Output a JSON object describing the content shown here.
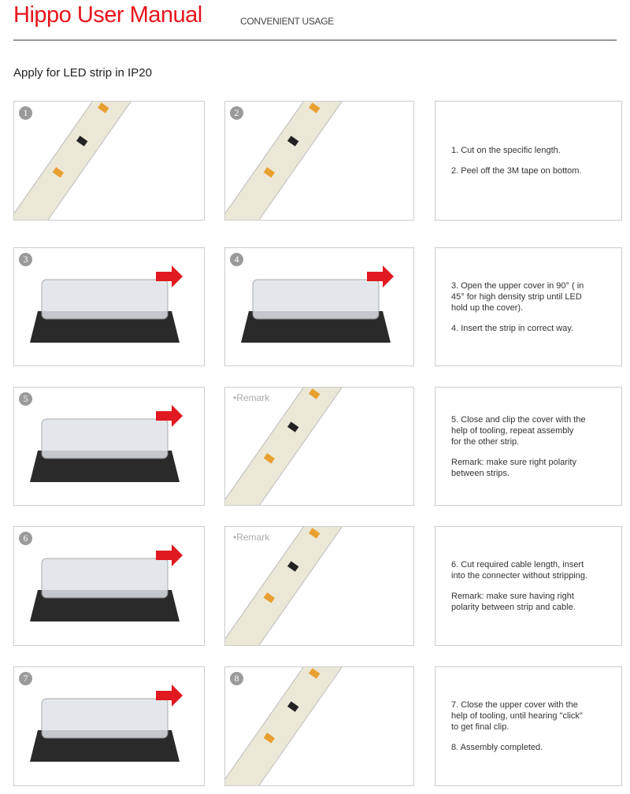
{
  "header": {
    "title": "Hippo User Manual",
    "subtitle": "CONVENIENT USAGE"
  },
  "section_title": "Apply for LED strip in IP20",
  "steps": [
    {
      "badges": [
        "1",
        "2"
      ],
      "remark": "",
      "text": [
        "1. Cut on the specific length.",
        "2. Peel off the 3M tape on bottom."
      ]
    },
    {
      "badges": [
        "3",
        "4"
      ],
      "remark": "",
      "text": [
        "3. Open the upper cover in 90° ( in\n    45° for high density strip until LED\n    hold up the cover).",
        "4. Insert the strip in correct way."
      ]
    },
    {
      "badges": [
        "5"
      ],
      "remark": "•Remark",
      "text": [
        "5. Close and clip the cover with the\n    help of tooling, repeat assembly\n    for the other strip.",
        "    Remark: make sure right polarity\n    between strips."
      ]
    },
    {
      "badges": [
        "6"
      ],
      "remark": "•Remark",
      "text": [
        "6. Cut required cable length, insert\n    into the connecter without stripping.",
        "    Remark: make sure having right\n    polarity between strip and  cable."
      ]
    },
    {
      "badges": [
        "7",
        "8"
      ],
      "remark": "",
      "text": [
        "7. Close the upper cover with the\n       help of tooling, until hearing \"click\"\n       to get final clip.",
        "8. Assembly completed."
      ]
    }
  ],
  "colors": {
    "accent": "#e8141c",
    "strip": "#ece8d8",
    "connector": "#2a2a2a"
  }
}
